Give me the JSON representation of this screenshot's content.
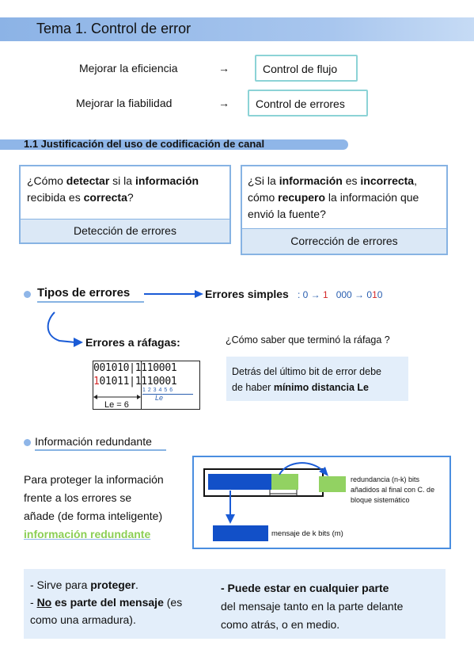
{
  "header": {
    "title": "Tema 1. Control de error"
  },
  "intro": [
    {
      "label": "Mejorar la eficiencia",
      "arrow": "→",
      "box": "Control de flujo"
    },
    {
      "label": "Mejorar la fiabilidad",
      "arrow": "→",
      "box": "Control de errores"
    }
  ],
  "section": {
    "title": "1.1 Justificación del uso de codificación de canal"
  },
  "detect": {
    "q1": "¿Cómo ",
    "b1": "detectar",
    "q2": " si la ",
    "b2": "información",
    "q3": "recibida es ",
    "b3": "correcta",
    "q4": "?",
    "footer": "Detección de errores"
  },
  "correct": {
    "q1": "¿Si la ",
    "b1": "información",
    "q2": " es ",
    "b2": "incorrecta",
    "q3": ",",
    "q4": "cómo ",
    "b3": "recupero",
    "q5": " la información que",
    "q6": "envió la fuente?",
    "footer": "Corrección de errores"
  },
  "types": {
    "heading": "Tipos de errores",
    "simple_label": "Errores simples",
    "simple_ex_a": "0 → ",
    "simple_ex_b": "1",
    "simple_ex_c": "   000 → 0",
    "simple_ex_d": "1",
    "simple_ex_e": "0",
    "burst_label": "Errores a ráfagas:",
    "burst_q": "¿Cómo saber que terminó la ráfaga ?",
    "bits_row1": "001010|1110001",
    "bits_row2_a": "1",
    "bits_row2_b": "01011",
    "bits_row2_c": "|1110001",
    "handwritten_nums": "1 2 3 4 5 6",
    "handwritten_le": "Le",
    "le_label": "Le = 6",
    "note_a": "Detrás del último bit de error debe",
    "note_b": "de haber ",
    "note_bold": "mínimo distancia Le"
  },
  "redundant": {
    "heading": "Información redundante",
    "p1": "Para proteger la información",
    "p2": "frente a los errores se",
    "p3": "añade (de forma inteligente)",
    "p4": "información redundante",
    "diag_green_label": "redundancia (n-k) bits añadidos al final con C. de bloque sistemático",
    "diag_blue_label": "mensaje de k bits (m)"
  },
  "summary": {
    "l1a": "- Sirve para ",
    "l1b": "proteger",
    "l1c": ".",
    "l2a": "- ",
    "l2b": "No",
    "l2c": " es parte del mensaje",
    "l2d": " (es",
    "l3": "como una armadura).",
    "r1": "- Puede estar en cualquier parte",
    "r2": "del mensaje tanto en la parte delante",
    "r3": "como atrás, o en medio."
  }
}
